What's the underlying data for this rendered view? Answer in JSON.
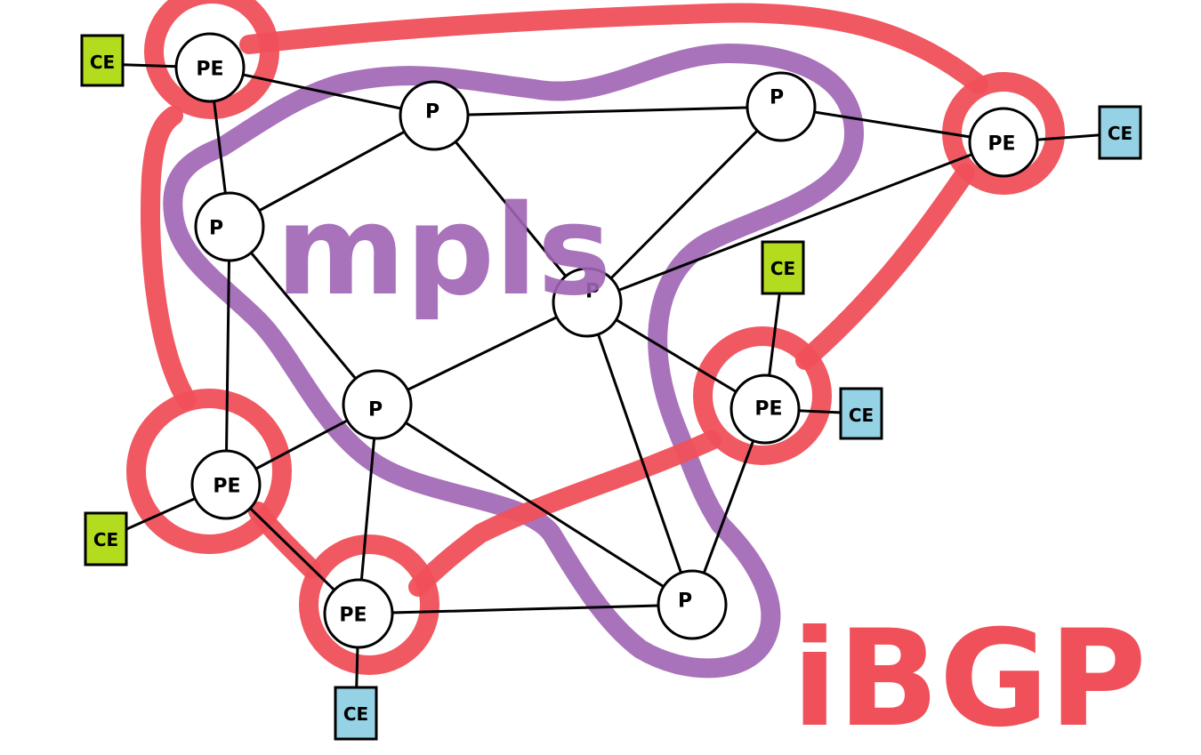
{
  "diagram": {
    "annotations": {
      "mpls": {
        "text": "mpls",
        "color": "#a064b4"
      },
      "ibgp": {
        "text": "iBGP",
        "color": "#f0505a"
      }
    },
    "colors": {
      "ce_green": "#b4dc1e",
      "ce_blue": "#96d2e6"
    },
    "nodes": [
      {
        "id": "pe1",
        "type": "PE",
        "label": "PE"
      },
      {
        "id": "pe2",
        "type": "PE",
        "label": "PE"
      },
      {
        "id": "pe3",
        "type": "PE",
        "label": "PE"
      },
      {
        "id": "pe4",
        "type": "PE",
        "label": "PE"
      },
      {
        "id": "pe5",
        "type": "PE",
        "label": "PE"
      },
      {
        "id": "p1",
        "type": "P",
        "label": "P"
      },
      {
        "id": "p2",
        "type": "P",
        "label": "P"
      },
      {
        "id": "p3",
        "type": "P",
        "label": "P"
      },
      {
        "id": "p4",
        "type": "P",
        "label": "P"
      },
      {
        "id": "p5",
        "type": "P",
        "label": "P"
      },
      {
        "id": "p6",
        "type": "P",
        "label": "P"
      }
    ],
    "ces": [
      {
        "id": "ce1",
        "label": "CE",
        "color": "green"
      },
      {
        "id": "ce2",
        "label": "CE",
        "color": "blue"
      },
      {
        "id": "ce3",
        "label": "CE",
        "color": "green"
      },
      {
        "id": "ce4",
        "label": "CE",
        "color": "blue"
      },
      {
        "id": "ce5",
        "label": "CE",
        "color": "green"
      },
      {
        "id": "ce6",
        "label": "CE",
        "color": "blue"
      }
    ]
  }
}
